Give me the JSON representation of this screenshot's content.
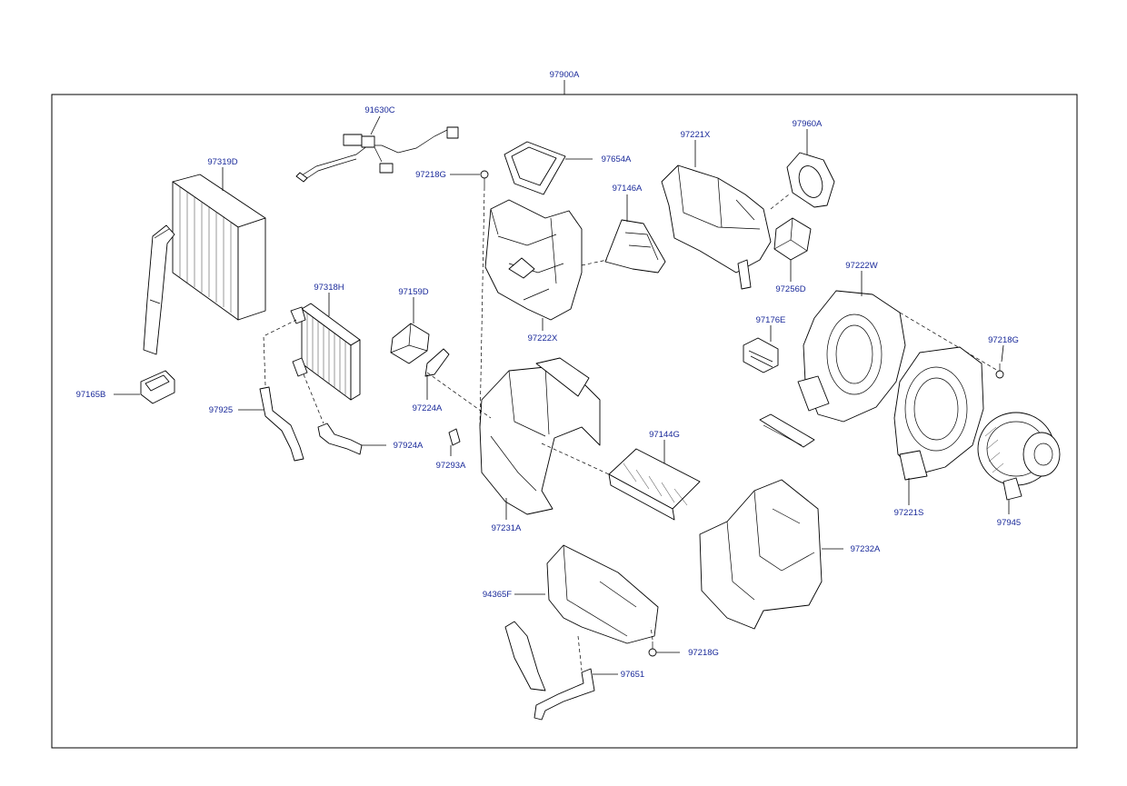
{
  "diagram": {
    "assembly_label": "97900A",
    "labels": {
      "p91630C": "91630C",
      "p97319D": "97319D",
      "p97654A": "97654A",
      "p97218G_top": "97218G",
      "p97221X": "97221X",
      "p97960A": "97960A",
      "p97146A": "97146A",
      "p97318H": "97318H",
      "p97159D": "97159D",
      "p97256D": "97256D",
      "p97222X": "97222X",
      "p97222W": "97222W",
      "p97176E": "97176E",
      "p97218G_right": "97218G",
      "p97165B": "97165B",
      "p97925": "97925",
      "p97224A": "97224A",
      "p97924A": "97924A",
      "p97144G": "97144G",
      "p97293A": "97293A",
      "p97221S": "97221S",
      "p97945": "97945",
      "p97231A": "97231A",
      "p97232A": "97232A",
      "p94365F": "94365F",
      "p97218G_bottom": "97218G",
      "p97651": "97651"
    }
  }
}
